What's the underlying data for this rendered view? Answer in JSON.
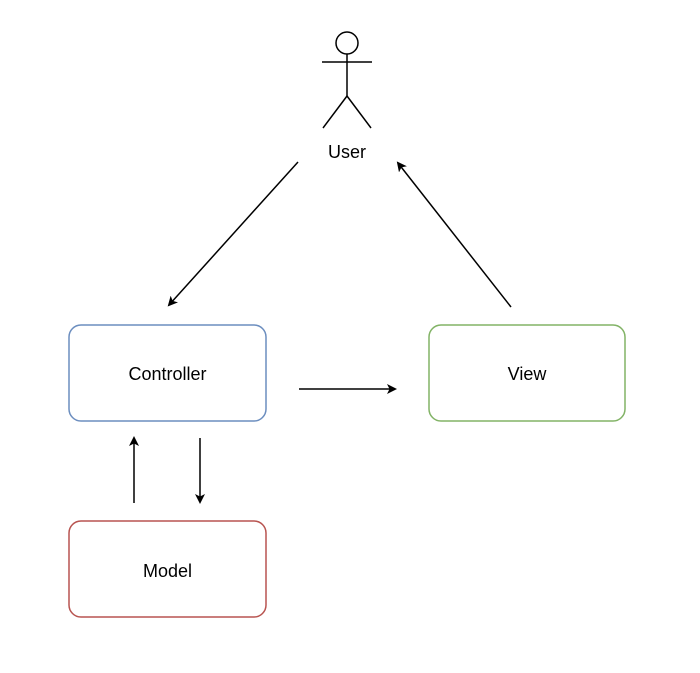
{
  "diagram": {
    "actor": {
      "label": "User",
      "icon": "stick-figure-icon"
    },
    "nodes": {
      "controller": {
        "label": "Controller",
        "border_color": "#6c8ebf"
      },
      "view": {
        "label": "View",
        "border_color": "#82b366"
      },
      "model": {
        "label": "Model",
        "border_color": "#b85450"
      }
    },
    "edges": [
      {
        "from": "User",
        "to": "Controller"
      },
      {
        "from": "Controller",
        "to": "View"
      },
      {
        "from": "View",
        "to": "User"
      },
      {
        "from": "Controller",
        "to": "Model"
      },
      {
        "from": "Model",
        "to": "Controller"
      }
    ],
    "colors": {
      "line": "#000000",
      "background": "#ffffff"
    }
  }
}
